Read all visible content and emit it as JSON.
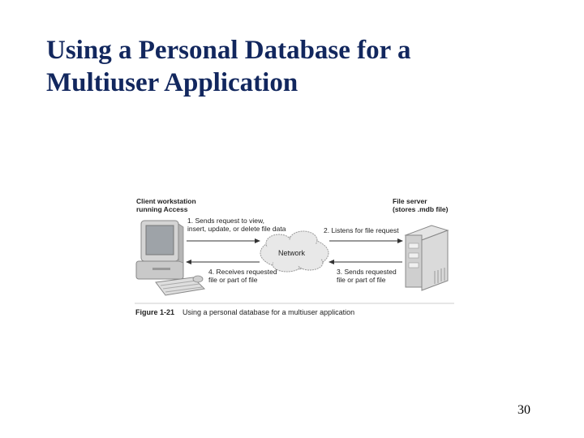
{
  "slide": {
    "title_line1": "Using a Personal Database for a",
    "title_line2": "Multiuser Application",
    "page_number": "30"
  },
  "figure": {
    "client_label_line1": "Client workstation",
    "client_label_line2": "running Access",
    "server_label_line1": "File server",
    "server_label_line2": "(stores .mdb file)",
    "step1_line1": "1. Sends request to view,",
    "step1_line2": "insert, update, or delete file data",
    "step2": "2. Listens for file request",
    "step3_line1": "3. Sends requested",
    "step3_line2": "file or part of file",
    "step4_line1": "4. Receives requested",
    "step4_line2": "file or part of file",
    "network_label": "Network",
    "caption_number": "Figure 1-21",
    "caption_text": "Using a personal database for a multiuser application"
  }
}
